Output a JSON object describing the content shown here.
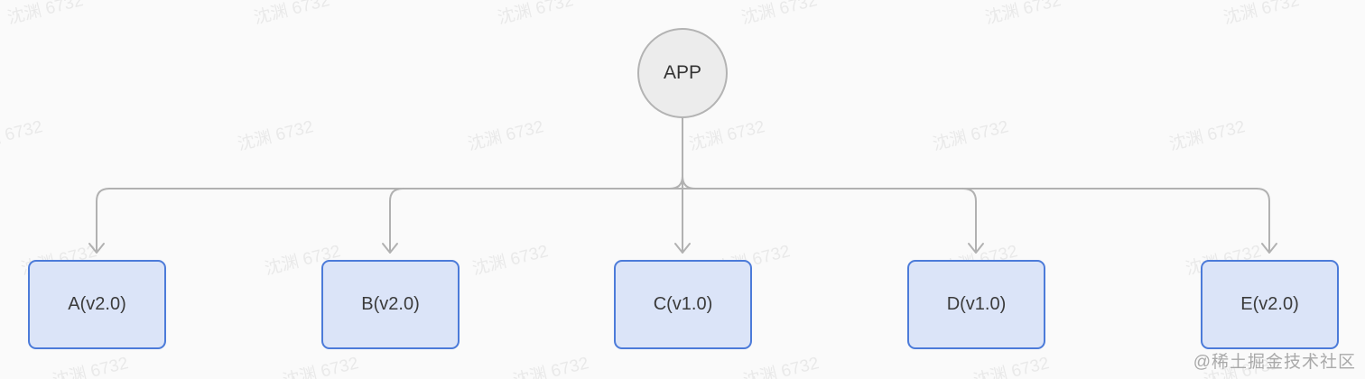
{
  "diagram": {
    "root": {
      "label": "APP"
    },
    "children": [
      {
        "label": "A(v2.0)"
      },
      {
        "label": "B(v2.0)"
      },
      {
        "label": "C(v1.0)"
      },
      {
        "label": "D(v1.0)"
      },
      {
        "label": "E(v2.0)"
      }
    ]
  },
  "watermark": {
    "text": "沈渊 6732"
  },
  "credit": {
    "text": "@稀土掘金技术社区"
  },
  "colors": {
    "background": "#fafafa",
    "node_fill": "#dbe4f8",
    "node_border": "#4c7bd9",
    "root_fill": "#ececec",
    "root_border": "#b3b3b3",
    "connector": "#b1b1b1",
    "node_text": "#3b3b3b",
    "watermark_text": "#dedede",
    "credit_text": "#a9a9a9"
  }
}
